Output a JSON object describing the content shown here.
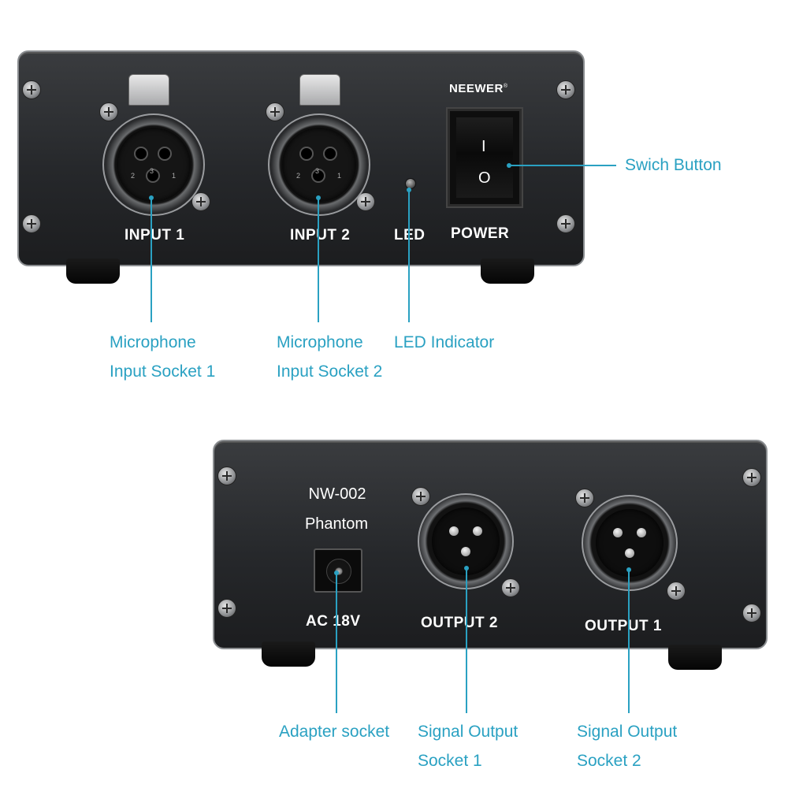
{
  "front_panel": {
    "brand": "NEEWER",
    "brand_mark": "®",
    "labels": {
      "input1": "INPUT 1",
      "input2": "INPUT 2",
      "led": "LED",
      "power": "POWER"
    },
    "switch_symbols": {
      "on": "I",
      "off": "O"
    },
    "xlr_pin_numbers": [
      "2",
      "3",
      "1"
    ]
  },
  "back_panel": {
    "model": "NW-002",
    "type": "Phantom",
    "labels": {
      "power_input": "AC 18V",
      "output2": "OUTPUT 2",
      "output1": "OUTPUT 1"
    }
  },
  "callouts": {
    "switch_button": "Swich Button",
    "mic_input_1": [
      "Microphone",
      "Input Socket 1"
    ],
    "mic_input_2": [
      "Microphone",
      "Input Socket 2"
    ],
    "led_indicator": "LED Indicator",
    "adapter_socket": "Adapter socket",
    "signal_output_1": [
      "Signal Output",
      "Socket 1"
    ],
    "signal_output_2": [
      "Signal Output",
      "Socket 2"
    ]
  },
  "colors": {
    "callout": "#2aa1c2",
    "panel": "#26282b",
    "panel_text": "#ffffff"
  }
}
